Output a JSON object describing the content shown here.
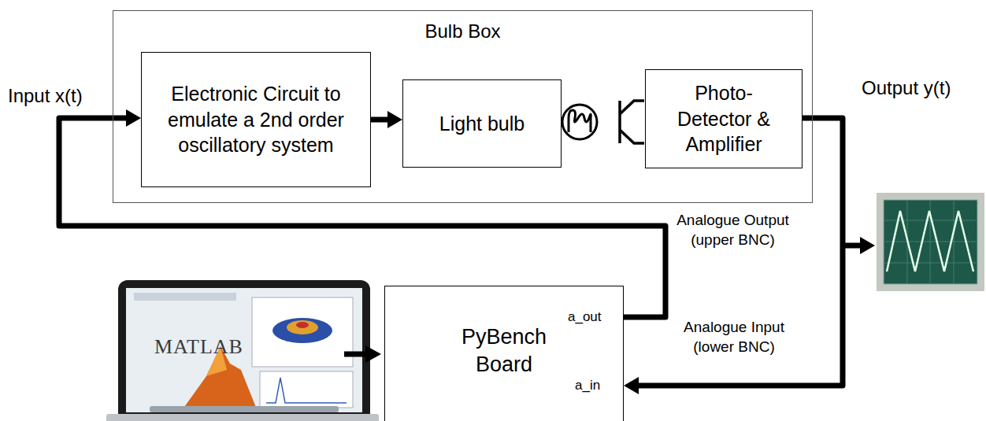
{
  "diagram": {
    "nodes": [
      {
        "text": [
          "Bulb Box"
        ]
      },
      {
        "text": [
          "Electronic Circuit to emulate a 2nd order oscillatory system"
        ],
        "in": 0
      },
      {
        "text": [
          "Light bulb"
        ],
        "in": 0
      },
      {
        "text": [
          "Photo- Detector & Amplifier"
        ],
        "in": 0
      },
      {
        "text": [
          "PyBench Board"
        ]
      }
    ],
    "edges": [
      {
        "from": 1,
        "to": 2,
        "arrow": "to"
      },
      {
        "from": 4,
        "to": 1,
        "arrow": "to"
      },
      {
        "from": 3,
        "to": 4,
        "arrow": "to"
      }
    ],
    "labels": [
      "Input x(t)",
      "Output y(t)",
      "Analogue Output (upper BNC)",
      "Analogue Input (lower BNC)",
      "a_out",
      "a_in",
      "MATLAB"
    ]
  }
}
